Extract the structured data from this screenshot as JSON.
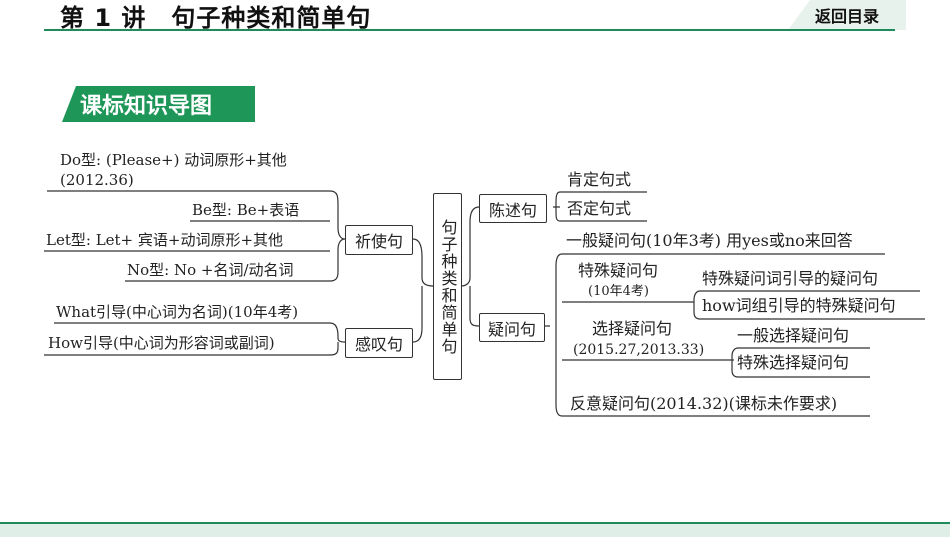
{
  "header": {
    "title": "第 1 讲　句子种类和简单句",
    "back_label": "返回目录"
  },
  "section_tag": "课标知识导图",
  "center_label": "句子种类和简单句",
  "imperative": {
    "label": "祈使句",
    "do_line1": "Do型: (Please+) 动词原形+其他",
    "do_line2": "(2012.36)",
    "be": "Be型: Be+表语",
    "let": "Let型: Let+ 宾语+动词原形+其他",
    "no": "No型: No +名词/动名词"
  },
  "exclamatory": {
    "label": "感叹句",
    "what": "What引导(中心词为名词)(10年4考)",
    "how": "How引导(中心词为形容词或副词)"
  },
  "declarative": {
    "label": "陈述句",
    "affirmative": "肯定句式",
    "negative": "否定句式"
  },
  "interrogative": {
    "label": "疑问句",
    "general": "一般疑问句(10年3考) 用yes或no来回答",
    "special_line1": "特殊疑问句",
    "special_line2": "(10年4考)",
    "special_wh": "特殊疑问词引导的疑问句",
    "special_how": "how词组引导的特殊疑问句",
    "choice_line1": "选择疑问句",
    "choice_line2": "(2015.27,2013.33)",
    "choice_general": "一般选择疑问句",
    "choice_special": "特殊选择疑问句",
    "tag": "反意疑问句(2014.32)(课标未作要求)"
  }
}
